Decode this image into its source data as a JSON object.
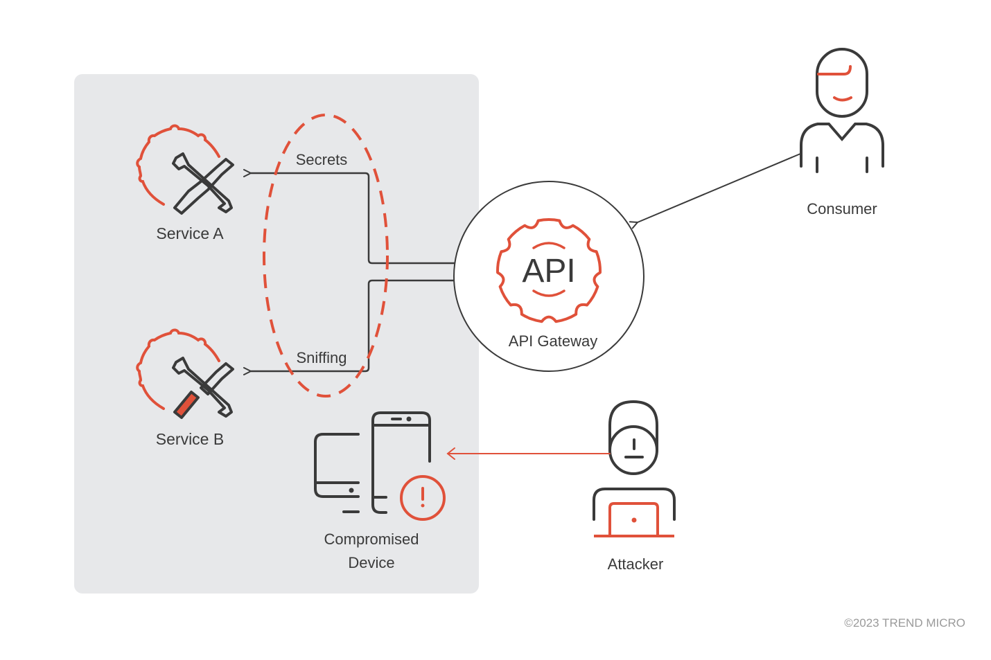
{
  "colors": {
    "accent": "#e0513a",
    "ink": "#3a3a3a",
    "panel": "#e7e8ea",
    "footer": "#9a9a9a",
    "background": "#ffffff"
  },
  "nodes": {
    "service_a": {
      "label": "Service A",
      "icon": "gear-tools-icon"
    },
    "service_b": {
      "label": "Service B",
      "icon": "gear-tools-icon"
    },
    "api_gateway": {
      "label": "API Gateway",
      "badge": "API",
      "icon": "gear-icon"
    },
    "consumer": {
      "label": "Consumer",
      "icon": "person-icon"
    },
    "attacker": {
      "label": "Attacker",
      "icon": "attacker-laptop-icon"
    },
    "compromised_device": {
      "label_line1": "Compromised",
      "label_line2": "Device",
      "icon": "devices-warning-icon"
    }
  },
  "edges": {
    "secrets": {
      "label": "Secrets",
      "from": "API Gateway",
      "to": "Service A"
    },
    "sniffing": {
      "label": "Sniffing",
      "from": "API Gateway",
      "to": "Service B"
    },
    "consumer_to_gateway": {
      "from": "Consumer",
      "to": "API Gateway"
    },
    "attacker_to_device": {
      "from": "Attacker",
      "to": "Compromised Device"
    }
  },
  "footer": {
    "copyright": "©2023 TREND MICRO"
  }
}
